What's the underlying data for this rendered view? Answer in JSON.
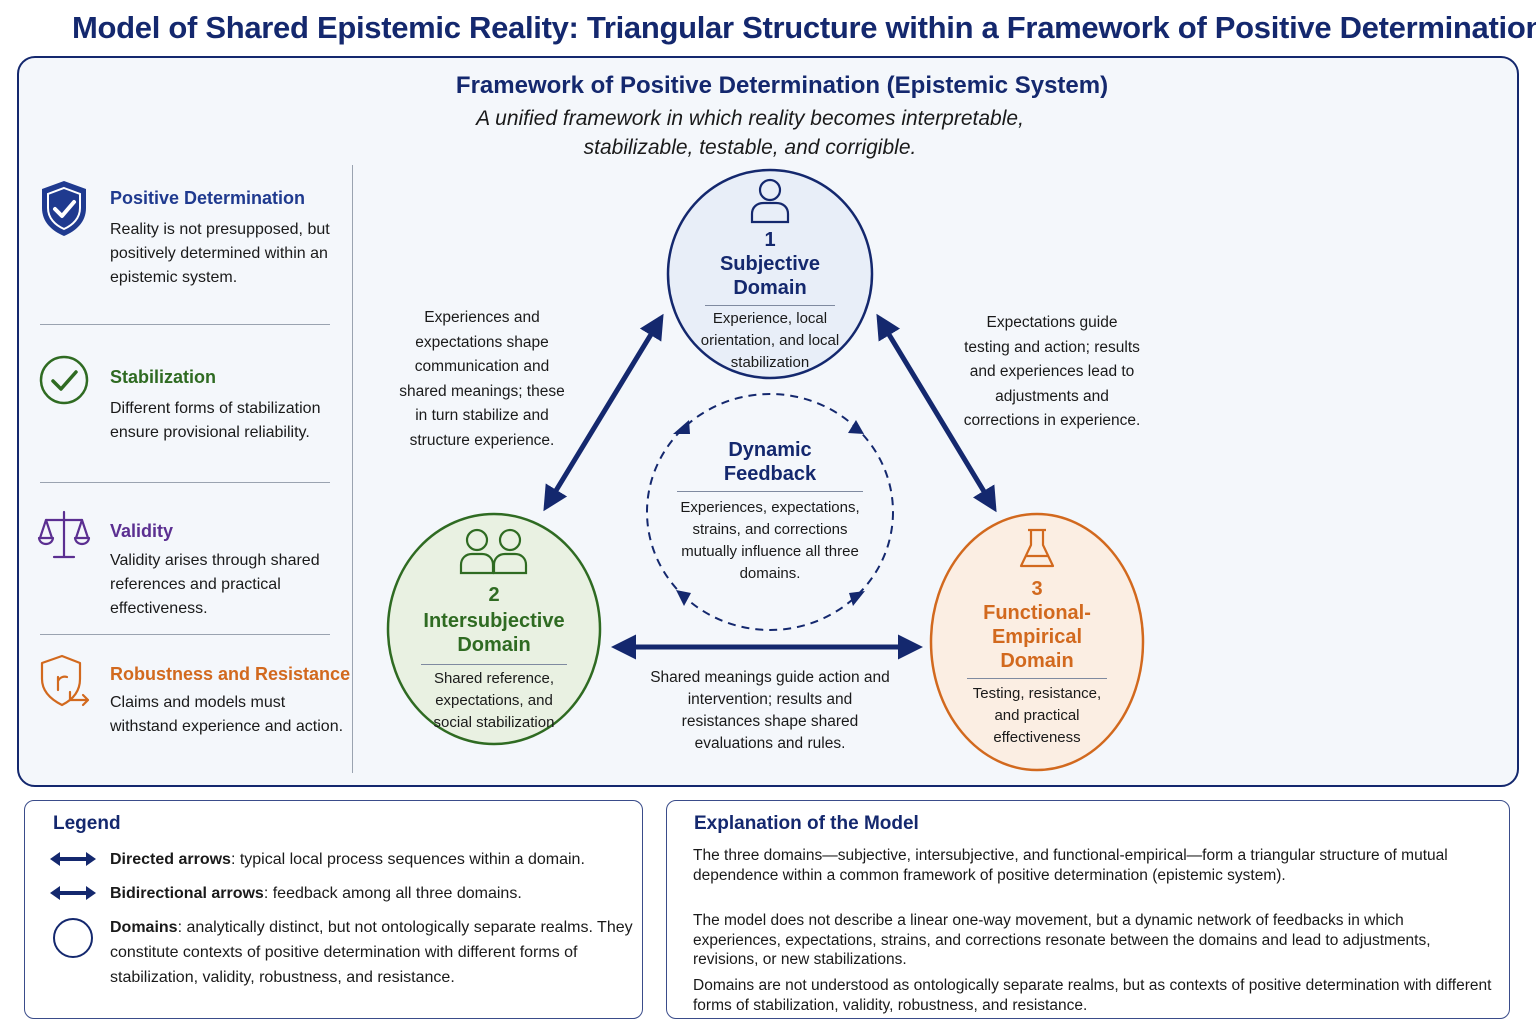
{
  "title": "Model of Shared Epistemic Reality: Triangular Structure within a Framework of Positive Determination",
  "framework": {
    "title": "Framework of Positive Determination (Epistemic System)",
    "subtitle": "A unified framework in which reality becomes interpretable, stabilizable, testable, and corrigible."
  },
  "sidebar": {
    "items": [
      {
        "title": "Positive Determination",
        "text": "Reality is not presupposed, but positively determined within an epistemic system.",
        "icon": "shield-check-icon",
        "color": "#1f3a8f"
      },
      {
        "title": "Stabilization",
        "text": "Different forms of stabilization ensure provisional reliability.",
        "icon": "check-circle-icon",
        "color": "#2f6b22"
      },
      {
        "title": "Validity",
        "text": "Validity arises through shared references and practical effectiveness.",
        "icon": "scales-icon",
        "color": "#5b2f91"
      },
      {
        "title": "Robustness and Resistance",
        "text": "Claims and models must withstand experience and action.",
        "icon": "shield-arrow-icon",
        "color": "#d2691e"
      }
    ]
  },
  "domains": {
    "subjective": {
      "number": "1",
      "title": "Subjective Domain",
      "text": "Experience, local orientation, and local stabilization",
      "color": "#14286e",
      "icon": "person-icon"
    },
    "intersubjective": {
      "number": "2",
      "title": "Intersubjective Domain",
      "text": "Shared reference, expectations, and social stabilization",
      "color": "#2f6b22",
      "icon": "two-people-icon"
    },
    "functional": {
      "number": "3",
      "title": "Functional-Empirical Domain",
      "text": "Testing, resistance, and practical effectiveness",
      "color": "#d2691e",
      "icon": "flask-icon"
    }
  },
  "feedback": {
    "title": "Dynamic Feedback",
    "text": "Experiences, expectations, strains, and corrections mutually influence all three domains."
  },
  "edges": {
    "left": "Experiences and expectations shape communication and shared meanings; these in turn stabilize and structure experience.",
    "right": "Expectations guide testing and action; results and experiences lead to adjustments and corrections in experience.",
    "bottom": "Shared meanings guide action and intervention; results and resistances shape shared evaluations and rules."
  },
  "legend": {
    "title": "Legend",
    "items": [
      {
        "term": "Directed arrows",
        "text": ": typical local process sequences within a domain."
      },
      {
        "term": "Bidirectional arrows",
        "text": ": feedback among all three domains."
      },
      {
        "term": "Domains",
        "text": ": analytically distinct, but not ontologically separate realms. They constitute contexts of positive determination with different forms of stabilization, validity, robustness, and resistance."
      }
    ]
  },
  "explanation": {
    "title": "Explanation of the Model",
    "paragraphs": [
      "The three domains—subjective, intersubjective, and functional-empirical—form a triangular structure of mutual dependence within a common framework of positive determination (epistemic system).",
      "The model does not describe a linear one-way movement, but a dynamic network of feedbacks in which experiences, expectations, strains, and corrections resonate between the domains and lead to adjustments, revisions, or new stabilizations.",
      "Domains are not understood as ontologically separate realms, but as contexts of positive determination with different forms of stabilization, validity, robustness, and resistance."
    ]
  },
  "colors": {
    "navy": "#14286e",
    "green": "#2f6b22",
    "orange": "#d2691e",
    "purple": "#5b2f91"
  }
}
